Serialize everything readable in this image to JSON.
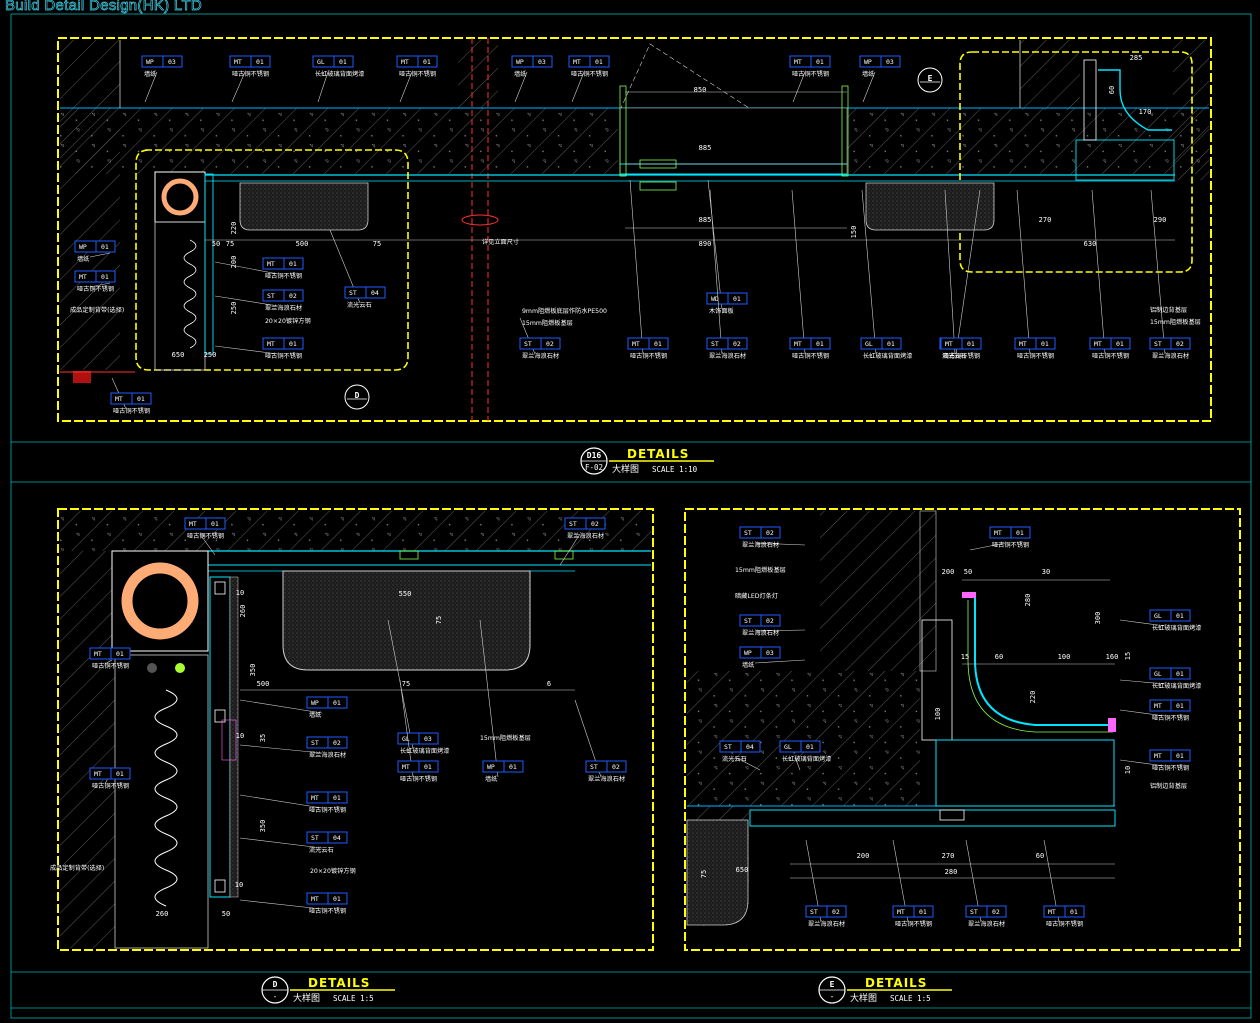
{
  "brand": "Build Detail Design(HK) LTD",
  "colors": {
    "frame": "#ffff00",
    "hatch": "#7a7a7a",
    "dim": "#ffffff",
    "leader": "#cfcfcf",
    "line": "#00e5ff",
    "accent": "#ff3030",
    "circle": "#ffab76",
    "green": "#7cff4a"
  },
  "titles": [
    {
      "circle_top": "D16",
      "circle_bottom": "F-02",
      "heading": "DETAILS",
      "sub": "大样图",
      "scale": "SCALE 1:10"
    },
    {
      "circle_top": "D",
      "circle_bottom": "-",
      "heading": "DETAILS",
      "sub": "大样图",
      "scale": "SCALE 1:5"
    },
    {
      "circle_top": "E",
      "circle_bottom": "-",
      "heading": "DETAILS",
      "sub": "大样图",
      "scale": "SCALE 1:5"
    }
  ],
  "markers": [
    {
      "label": "E"
    },
    {
      "label": "D"
    }
  ],
  "center_note": "详见立面尺寸",
  "tags": [
    {
      "code": "WP",
      "num": "03",
      "note": "墙纸"
    },
    {
      "code": "MT",
      "num": "01",
      "note": "哑古铜不锈钢"
    },
    {
      "code": "GL",
      "num": "01",
      "note": "长虹玻璃背面烤漆"
    },
    {
      "code": "MT",
      "num": "01",
      "note": "哑古铜不锈钢"
    },
    {
      "code": "WP",
      "num": "03",
      "note": "墙纸"
    },
    {
      "code": "MT",
      "num": "01",
      "note": "哑古铜不锈钢"
    },
    {
      "code": "MT",
      "num": "01",
      "note": "哑古铜不锈钢"
    },
    {
      "code": "WP",
      "num": "03",
      "note": "墙纸"
    },
    {
      "code": "WP",
      "num": "01",
      "note": "墙纸"
    },
    {
      "code": "MT",
      "num": "01",
      "note": "哑古铜不锈钢"
    },
    {
      "code": "MT",
      "num": "01",
      "note": "哑古铜不锈钢"
    },
    {
      "code": "ST",
      "num": "02",
      "note": "翠兰海浪石材"
    },
    {
      "code": "ST",
      "num": "04",
      "note": "流光云石"
    },
    {
      "code": "MT",
      "num": "01",
      "note": "哑古铜不锈钢"
    },
    {
      "code": "MT",
      "num": "01",
      "note": "哑古铜不锈钢"
    },
    {
      "code": "ST",
      "num": "02",
      "note": "翠兰海浪石材"
    },
    {
      "code": "MT",
      "num": "01",
      "note": "哑古铜不锈钢"
    },
    {
      "code": "WD",
      "num": "01",
      "note": "木饰面板"
    },
    {
      "code": "ST",
      "num": "02",
      "note": "翠兰海浪石材"
    },
    {
      "code": "MT",
      "num": "01",
      "note": "哑古铜不锈钢"
    },
    {
      "code": "GL",
      "num": "01",
      "note": "长虹玻璃背面烤漆"
    },
    {
      "code": "ST",
      "num": "04",
      "note": "流光云石"
    },
    {
      "code": "MT",
      "num": "01",
      "note": "哑古铜不锈钢"
    },
    {
      "code": "MT",
      "num": "01",
      "note": "哑古铜不锈钢"
    },
    {
      "code": "MT",
      "num": "01",
      "note": "哑古铜不锈钢"
    },
    {
      "code": "ST",
      "num": "02",
      "note": "翠兰海浪石材"
    },
    {
      "code": "MT",
      "num": "01",
      "note": "哑古铜不锈钢"
    },
    {
      "code": "ST",
      "num": "02",
      "note": "翠兰海浪石材"
    },
    {
      "code": "WP",
      "num": "01",
      "note": "墙纸"
    },
    {
      "code": "ST",
      "num": "02",
      "note": "翠兰海浪石材"
    },
    {
      "code": "MT",
      "num": "01",
      "note": "哑古铜不锈钢"
    },
    {
      "code": "ST",
      "num": "04",
      "note": "流光云石"
    },
    {
      "code": "MT",
      "num": "01",
      "note": "哑古铜不锈钢"
    },
    {
      "code": "GL",
      "num": "03",
      "note": "长虹玻璃背面烤漆"
    },
    {
      "code": "MT",
      "num": "01",
      "note": "哑古铜不锈钢"
    },
    {
      "code": "WP",
      "num": "01",
      "note": "墙纸"
    },
    {
      "code": "ST",
      "num": "02",
      "note": "翠兰海浪石材"
    },
    {
      "code": "MT",
      "num": "01",
      "note": "哑古铜不锈钢"
    },
    {
      "code": "MT",
      "num": "01",
      "note": "哑古铜不锈钢"
    },
    {
      "code": "ST",
      "num": "02",
      "note": "翠兰海浪石材"
    },
    {
      "code": "ST",
      "num": "02",
      "note": "翠兰海浪石材"
    },
    {
      "code": "WP",
      "num": "03",
      "note": "墙纸"
    },
    {
      "code": "ST",
      "num": "04",
      "note": "流光云石"
    },
    {
      "code": "GL",
      "num": "01",
      "note": "长虹玻璃背面烤漆"
    },
    {
      "code": "MT",
      "num": "01",
      "note": "哑古铜不锈钢"
    },
    {
      "code": "GL",
      "num": "01",
      "note": "长虹玻璃背面烤漆"
    },
    {
      "code": "GL",
      "num": "01",
      "note": "长虹玻璃背面烤漆"
    },
    {
      "code": "MT",
      "num": "01",
      "note": "哑古铜不锈钢"
    },
    {
      "code": "MT",
      "num": "01",
      "note": "哑古铜不锈钢"
    },
    {
      "code": "ST",
      "num": "02",
      "note": "翠兰海浪石材"
    },
    {
      "code": "MT",
      "num": "01",
      "note": "哑古铜不锈钢"
    },
    {
      "code": "ST",
      "num": "02",
      "note": "翠兰海浪石材"
    },
    {
      "code": "MT",
      "num": "01",
      "note": "哑古铜不锈钢"
    }
  ],
  "notes": [
    "成品定制背带(选择)",
    "20×20镀锌方钢",
    "9mm阻燃板底层作防水PE500",
    "15mm阻燃板基层",
    "铝制边背基层",
    "15mm阻燃板基层",
    "成品定制背带(选择)",
    "20×20镀锌方钢",
    "15mm阻燃板基层",
    "15mm阻燃板基层",
    "暗藏LED灯条灯",
    "铝制边背基层"
  ],
  "dims": [
    "850",
    "885",
    "885",
    "890",
    "285",
    "270",
    "290",
    "170",
    "60",
    "630",
    "500",
    "75",
    "75",
    "150",
    "220",
    "50",
    "200",
    "250",
    "650",
    "250",
    "260",
    "550",
    "75",
    "500",
    "75",
    "6",
    "10",
    "350",
    "35",
    "10",
    "350",
    "10",
    "260",
    "50",
    "200",
    "50",
    "30",
    "280",
    "15",
    "60",
    "100",
    "160",
    "15",
    "220",
    "100",
    "10",
    "200",
    "270",
    "60",
    "280",
    "650",
    "75",
    "300",
    "10"
  ]
}
